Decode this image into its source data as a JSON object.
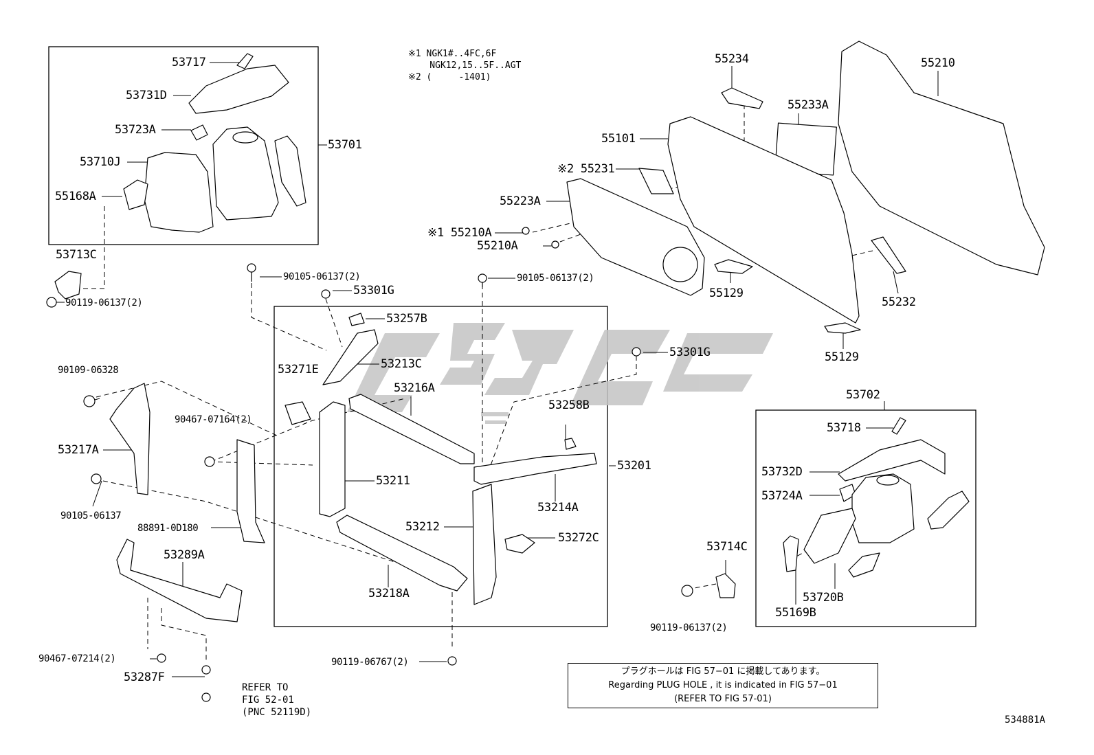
{
  "notes": {
    "line1": "※1 NGK1#..4FC,6F",
    "line2": "    NGK12,15..5F..AGT",
    "line3": "※2 (     -1401)"
  },
  "labels": {
    "p53717": "53717",
    "p53731D": "53731D",
    "p53723A": "53723A",
    "p53710J": "53710J",
    "p55168A": "55168A",
    "p53701": "53701",
    "p53713C": "53713C",
    "p90119_06137_2_a": "90119-06137(2)",
    "p90105_06137_2_a": "90105-06137(2)",
    "p53301G_a": "53301G",
    "p53257B": "53257B",
    "p53271E": "53271E",
    "p53213C": "53213C",
    "p53216A": "53216A",
    "p90109_06328": "90109-06328",
    "p90467_07164_2": "90467-07164(2)",
    "p53217A": "53217A",
    "p53211": "53211",
    "p90105_06137": "90105-06137",
    "p88891_0D180": "88891-0D180",
    "p53289A": "53289A",
    "p53212": "53212",
    "p53218A": "53218A",
    "p90467_07214_2": "90467-07214(2)",
    "p53287F": "53287F",
    "p90119_06767_2": "90119-06767(2)",
    "p90105_06137_2_b": "90105-06137(2)",
    "p53258B": "53258B",
    "p53214A": "53214A",
    "p53201": "53201",
    "p53272C": "53272C",
    "p53301G_b": "53301G",
    "p55234": "55234",
    "p55233A": "55233A",
    "p55210": "55210",
    "p55101": "55101",
    "p55231": "※2 55231",
    "p55223A": "55223A",
    "p55210A_1": "※1 55210A",
    "p55210A": "55210A",
    "p55129_a": "55129",
    "p55232": "55232",
    "p55129_b": "55129",
    "p53702": "53702",
    "p53718": "53718",
    "p53732D": "53732D",
    "p53724A": "53724A",
    "p53714C": "53714C",
    "p53720B": "53720B",
    "p55169B": "55169B",
    "p90119_06137_2_b": "90119-06137(2)"
  },
  "refer_to": {
    "line1": "REFER TO",
    "line2": "FIG 52-01",
    "line3": "(PNC 52119D)"
  },
  "ref_box": {
    "line1": "プラグホールは FIG 57−01 に掲載してあります。",
    "line2": "Regarding  PLUG  HOLE , it is indicated in FIG  57−01",
    "line3": "(REFER  TO  FIG 57-01)"
  },
  "image_id": "534881A",
  "colors": {
    "line": "#000000",
    "watermark": "#c4c4c4"
  }
}
